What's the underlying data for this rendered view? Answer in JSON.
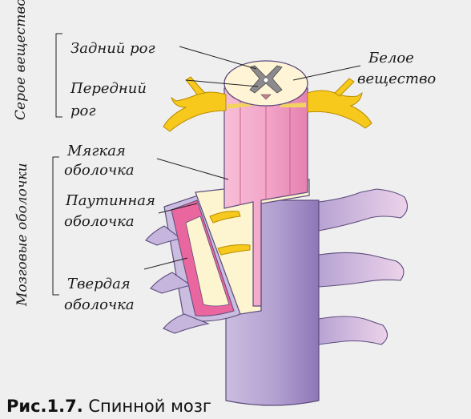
{
  "labels": {
    "gray_matter_group": "Серое вещество",
    "posterior_horn_line1": "Задний рог",
    "anterior_horn_line1": "Передний",
    "anterior_horn_line2": "рог",
    "white_matter_line1": "Белое",
    "white_matter_line2": "вещество",
    "meninges_group": "Мозговые оболочки",
    "pia_line1": "Мягкая",
    "pia_line2": "оболочка",
    "arachnoid_line1": "Паутинная",
    "arachnoid_line2": "оболочка",
    "dura_line1": "Твердая",
    "dura_line2": "оболочка"
  },
  "caption": {
    "number": "Рис.1.7.",
    "text": " Спинной мозг"
  },
  "colors": {
    "background": "#efefef",
    "dura": "#b9a6d2",
    "dura_dark": "#8f78b5",
    "arachnoid": "#fdf5cf",
    "pia": "#f2a2c6",
    "pia_dark": "#e06aa0",
    "nerve": "#f6c91c",
    "gray_matter": "#8c8a8c",
    "white_matter": "#fff5d6"
  }
}
